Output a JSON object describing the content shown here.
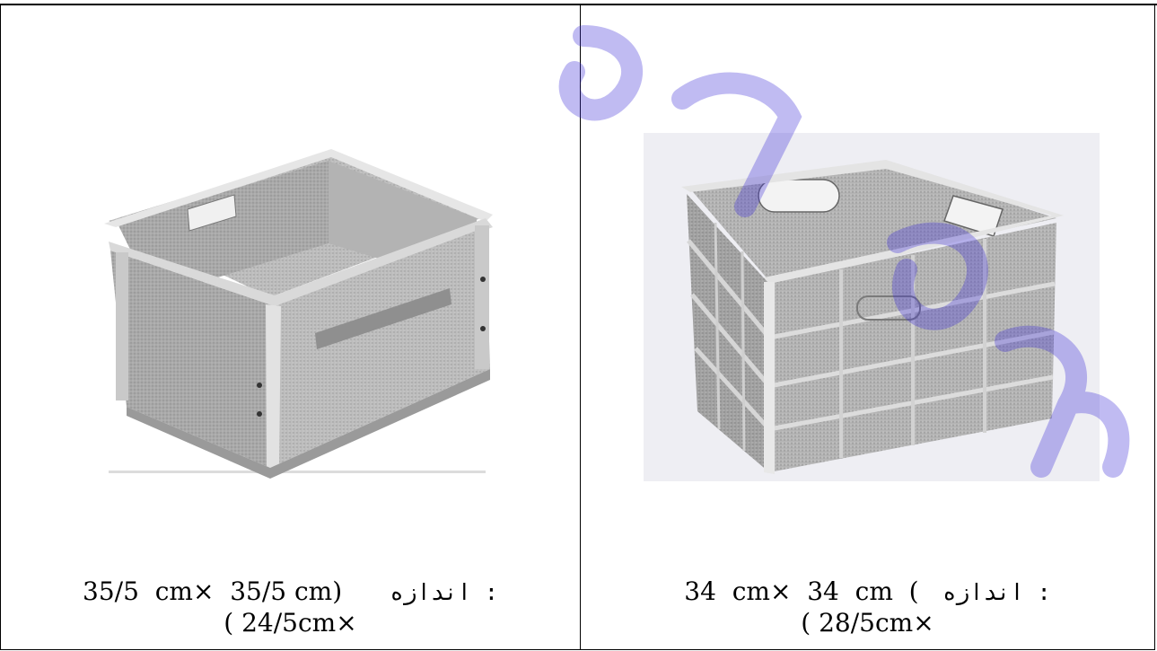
{
  "cells": [
    {
      "id": "left",
      "caption_line1_dims": "35/5  cm×  35/5 cm)",
      "caption_line1_label": "اندازه :",
      "caption_line2": "( 24/5cm×",
      "image": "open-crate-photo"
    },
    {
      "id": "right",
      "caption_line1_dims": "34  cm×  34  cm  (",
      "caption_line1_label": "اندازه :",
      "caption_line2": "( 28/5cm×",
      "image": "grid-crate-photo"
    }
  ],
  "watermark": {
    "color": "#3b2bd6",
    "opacity": 0.35
  }
}
